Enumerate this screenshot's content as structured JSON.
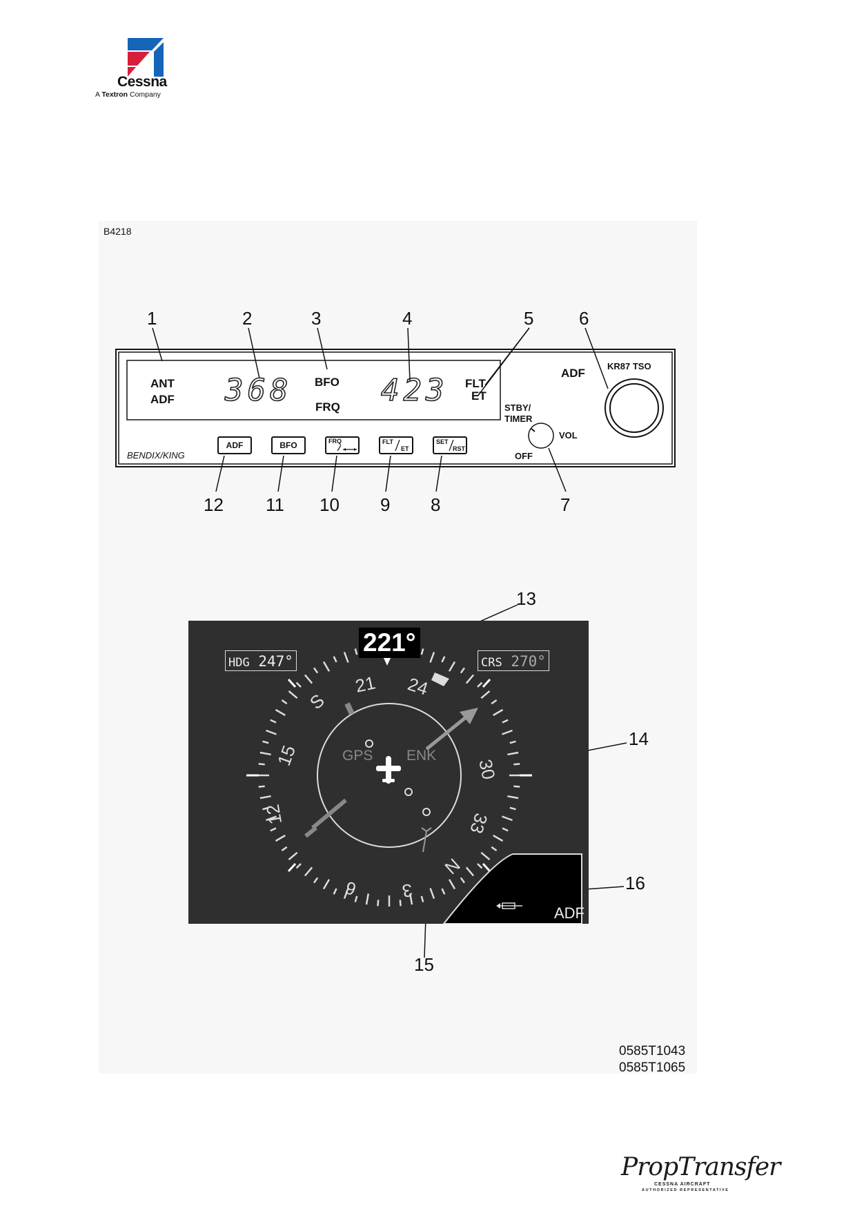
{
  "header": {
    "brand": "Cessna",
    "tagline_prefix": "A ",
    "tagline_bold": "Textron",
    "tagline_suffix": " Company",
    "colors": {
      "logo_red": "#d71f3c",
      "logo_blue": "#1565b8"
    }
  },
  "figure": {
    "id_label": "B4218",
    "codes": [
      "0585T1043",
      "0585T1065"
    ]
  },
  "panel": {
    "callouts_top": [
      "1",
      "2",
      "3",
      "4",
      "5",
      "6"
    ],
    "callouts_bottom": [
      "12",
      "11",
      "10",
      "9",
      "8",
      "7"
    ],
    "ant_label": "ANT",
    "adf_label": "ADF",
    "active_freq": "368",
    "bfo_label": "BFO",
    "frq_label": "FRQ",
    "standby_freq": "423",
    "flt_label": "FLT",
    "et_label": "ET",
    "title_adf": "ADF",
    "model": "KR87  TSO",
    "stby_timer_1": "STBY/",
    "stby_timer_2": "TIMER",
    "vol_label": "VOL",
    "off_label": "OFF",
    "brand": "BENDIX/KING",
    "buttons": {
      "adf": "ADF",
      "bfo": "BFO",
      "frq_top": "FRQ",
      "flt_top": "FLT",
      "flt_bot": "ET",
      "set_top": "SET",
      "set_bot": "RST"
    }
  },
  "hsi": {
    "callouts": [
      "13",
      "14",
      "15",
      "16"
    ],
    "heading_readout": "221°",
    "hdg_label": "HDG",
    "hdg_value": "247°",
    "crs_label": "CRS",
    "crs_value": "270°",
    "gps_label": "GPS",
    "enk_label": "ENK",
    "adf_label": "ADF",
    "card_labels": [
      "S",
      "21",
      "24",
      "30",
      "33",
      "N",
      "3",
      "6",
      "12",
      "15"
    ]
  },
  "footer": {
    "logo_script": "PropTransfer",
    "logo_sub1": "CESSNA AIRCRAFT",
    "logo_sub2": "AUTHORIZED REPRESENTATIVE"
  }
}
